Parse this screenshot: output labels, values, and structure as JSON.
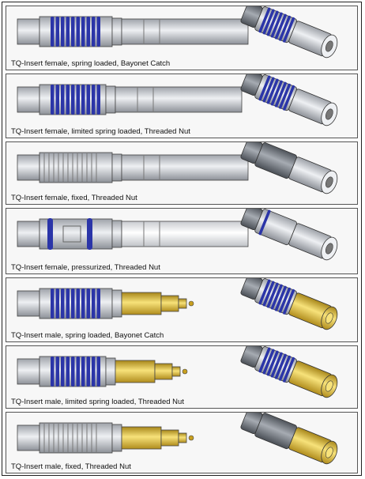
{
  "panels": [
    {
      "caption": "TQ-Insert female, spring loaded, Bayonet Catch",
      "gender": "female",
      "spring": "blue",
      "rear": "long"
    },
    {
      "caption": "TQ-Insert female, limited spring loaded, Threaded Nut",
      "gender": "female",
      "spring": "blue-short",
      "rear": "ribbed"
    },
    {
      "caption": "TQ-Insert female, fixed, Threaded Nut",
      "gender": "female",
      "spring": "none",
      "rear": "fixed"
    },
    {
      "caption": "TQ-Insert female, pressurized, Threaded Nut",
      "gender": "female",
      "spring": "pressurized",
      "rear": "white"
    },
    {
      "caption": "TQ-Insert male, spring loaded, Bayonet Catch",
      "gender": "male",
      "spring": "blue",
      "rear": "gold"
    },
    {
      "caption": "TQ-Insert male, limited spring loaded, Threaded Nut",
      "gender": "male",
      "spring": "blue-short",
      "rear": "gold"
    },
    {
      "caption": "TQ-Insert male, fixed, Threaded Nut",
      "gender": "male",
      "spring": "none",
      "rear": "gold"
    }
  ],
  "colors": {
    "spring": "#2b35a8",
    "metal": "#c9ccd2",
    "gold": "#e3c23a",
    "dark_metal": "#6b7078",
    "border": "#555555"
  }
}
